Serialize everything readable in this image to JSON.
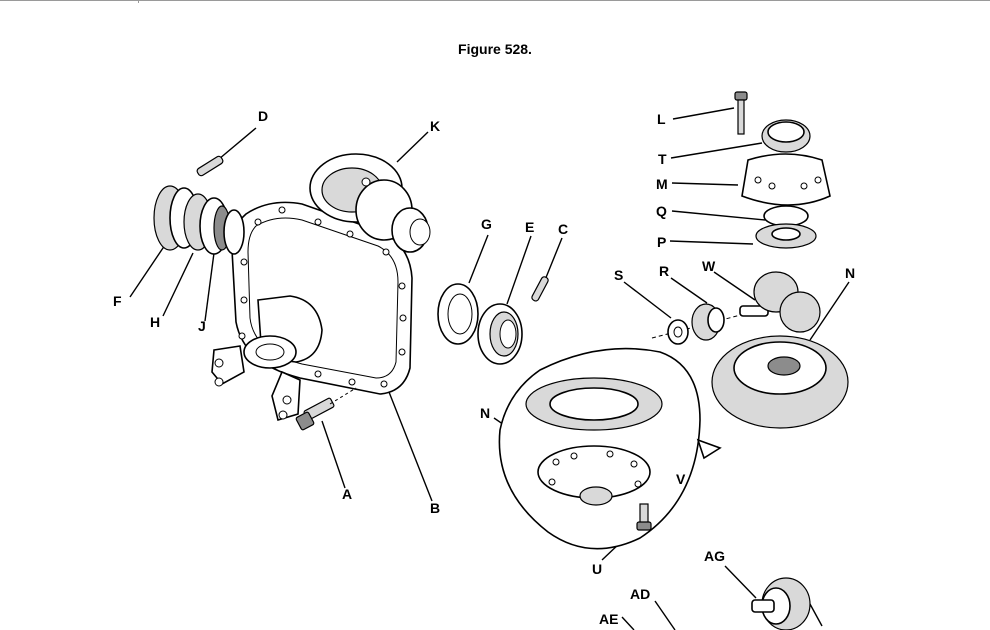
{
  "figure": {
    "title": "Figure 528."
  },
  "callouts": {
    "a": "A",
    "b": "B",
    "c": "C",
    "d": "D",
    "e": "E",
    "f": "F",
    "g": "G",
    "h": "H",
    "j": "J",
    "k": "K",
    "l": "L",
    "m": "M",
    "n1": "N",
    "n2": "N",
    "p": "P",
    "q": "Q",
    "r": "R",
    "s": "S",
    "t": "T",
    "u": "U",
    "v": "V",
    "w": "W",
    "ad": "AD",
    "ae": "AE",
    "ag": "AG"
  }
}
